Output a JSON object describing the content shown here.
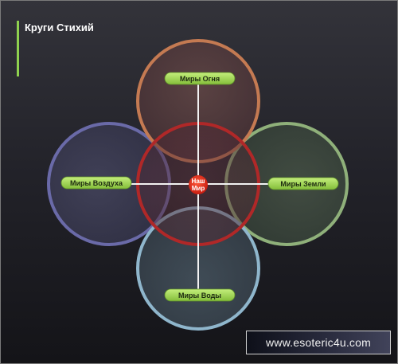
{
  "title": "Круги Стихий",
  "diagram": {
    "fire_label": "Миры Огня",
    "air_label": "Миры Воздуха",
    "earth_label": "Миры Земли",
    "water_label": "Миры Воды",
    "center_line1": "Наш",
    "center_line2": "Мир"
  },
  "footer": {
    "site": "www.esoteric4u.com"
  },
  "colors": {
    "fire": "#c47a52",
    "air": "#6a6aa8",
    "earth": "#8fb07a",
    "water": "#8fb6cc",
    "center": "#b02828",
    "pill": "#a8dc5c",
    "accent": "#8fd14f"
  }
}
